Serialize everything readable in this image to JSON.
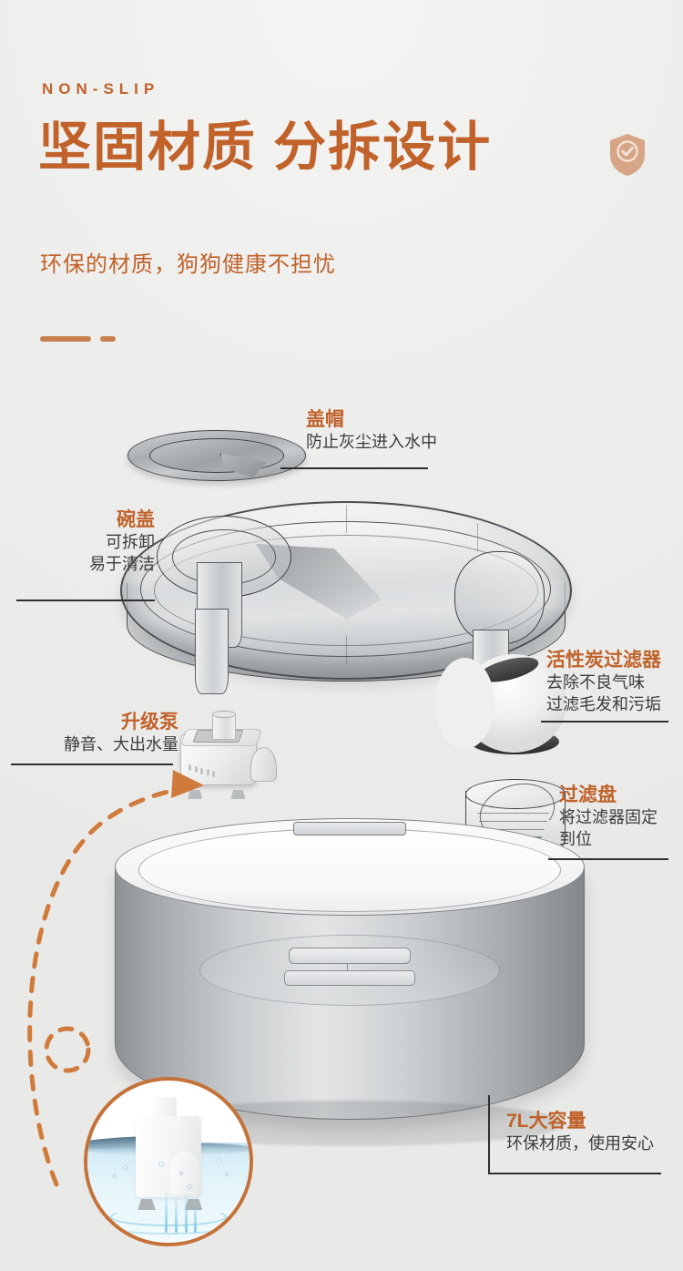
{
  "header": {
    "eyebrow": "NON-SLIP",
    "headline": "坚固材质 分拆设计",
    "subheadline": "环保的材质，狗狗健康不担忧",
    "badge_icon": "shield-check-icon",
    "accent_color": "#c0622a",
    "badge_color": "#d6a585",
    "background_color": "#eeeeec"
  },
  "callouts": [
    {
      "id": "cap",
      "title": "盖帽",
      "lines": [
        "防止灰尘进入水中"
      ]
    },
    {
      "id": "bowl-lid",
      "title": "碗盖",
      "lines": [
        "可拆卸",
        "易于清洁"
      ]
    },
    {
      "id": "carbon-filter",
      "title": "活性炭过滤器",
      "lines": [
        "去除不良气味",
        "过滤毛发和污垢"
      ]
    },
    {
      "id": "pump",
      "title": "升级泵",
      "lines": [
        "静音、大出水量"
      ]
    },
    {
      "id": "filter-tray",
      "title": "过滤盘",
      "lines": [
        "将过滤器固定",
        "到位"
      ]
    },
    {
      "id": "capacity",
      "title": "7L大容量",
      "lines": [
        "环保材质，使用安心"
      ]
    }
  ],
  "inset": {
    "name": "pump-underwater-photo",
    "border_color": "#c5713a"
  },
  "arrow": {
    "name": "dashed-curved-arrow",
    "color": "#d07a3c"
  }
}
